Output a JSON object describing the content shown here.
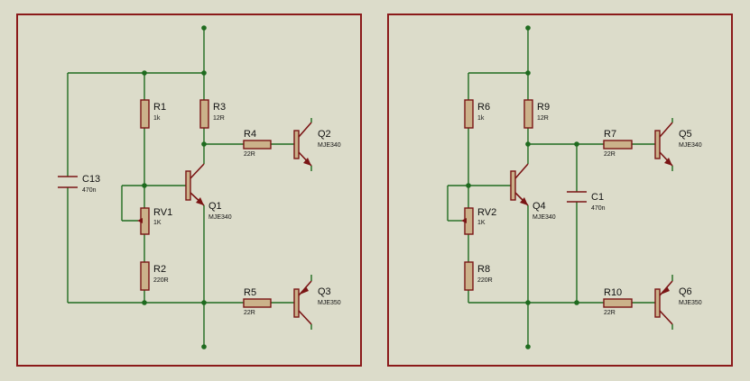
{
  "left_circuit": {
    "R1": {
      "ref": "R1",
      "value": "1k"
    },
    "R2": {
      "ref": "R2",
      "value": "220R"
    },
    "R3": {
      "ref": "R3",
      "value": "12R"
    },
    "R4": {
      "ref": "R4",
      "value": "22R"
    },
    "R5": {
      "ref": "R5",
      "value": "22R"
    },
    "RV1": {
      "ref": "RV1",
      "value": "1K"
    },
    "C13": {
      "ref": "C13",
      "value": "470n"
    },
    "Q1": {
      "ref": "Q1",
      "value": "MJE340"
    },
    "Q2": {
      "ref": "Q2",
      "value": "MJE340"
    },
    "Q3": {
      "ref": "Q3",
      "value": "MJE350"
    }
  },
  "right_circuit": {
    "R6": {
      "ref": "R6",
      "value": "1k"
    },
    "R8": {
      "ref": "R8",
      "value": "220R"
    },
    "R9": {
      "ref": "R9",
      "value": "12R"
    },
    "R7": {
      "ref": "R7",
      "value": "22R"
    },
    "R10": {
      "ref": "R10",
      "value": "22R"
    },
    "RV2": {
      "ref": "RV2",
      "value": "1K"
    },
    "C1": {
      "ref": "C1",
      "value": "470n"
    },
    "Q4": {
      "ref": "Q4",
      "value": "MJE340"
    },
    "Q5": {
      "ref": "Q5",
      "value": "MJE340"
    },
    "Q6": {
      "ref": "Q6",
      "value": "MJE350"
    }
  },
  "colors": {
    "background": "#dcdcca",
    "frame": "#8b1a1a",
    "wire": "#1f6b1f",
    "component": "#7a1414",
    "resistor_fill": "#cbb28a"
  }
}
